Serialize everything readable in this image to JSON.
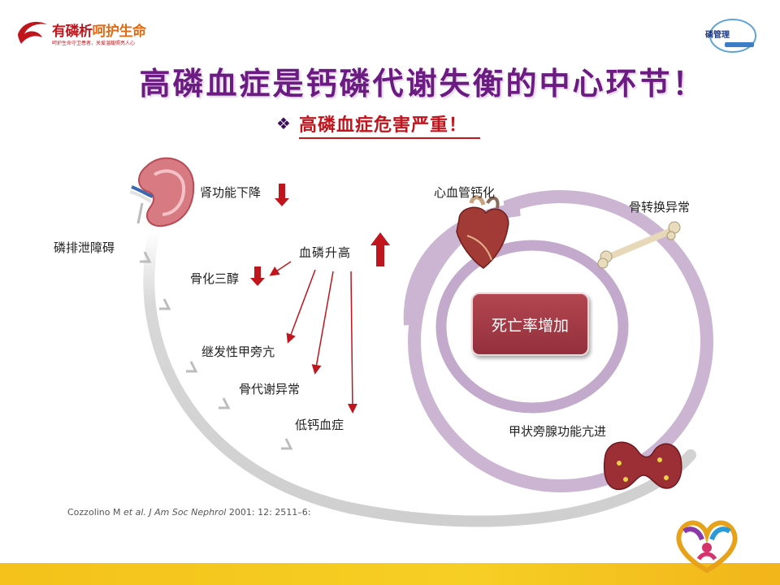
{
  "header": {
    "logo_main": "有磷析",
    "logo_accent": "呵护生命",
    "logo_tagline": "呵护生命守卫患者，关爱温暖照亮人心",
    "brand_right": "磷管理"
  },
  "slide": {
    "title": "高磷血症是钙磷代谢失衡的中心环节！",
    "subtitle_bullet": "❖",
    "subtitle": "高磷血症危害严重！"
  },
  "diagram": {
    "center_label": "血磷升高",
    "death": "死亡率增加",
    "labels": {
      "kidney": "肾功能下降",
      "phos_excretion": "磷排泄障碍",
      "calcitriol": "骨化三醇",
      "shpt": "继发性甲旁亢",
      "bone_metab": "骨代谢异常",
      "hypocalcemia": "低钙血症",
      "cardio": "心血管钙化",
      "bone_turnover": "骨转换异常",
      "parathyroid": "甲状旁腺功能亢进"
    },
    "colors": {
      "ring": "#cbb5d2",
      "arrow": "#c0151d",
      "grey_arc": "#d3d3d3"
    }
  },
  "citation": {
    "authors": "Cozzolino M ",
    "etal": "et al.",
    "journal": " J Am Soc Nephrol",
    "rest": " 2001: 12: 2511–6:"
  }
}
